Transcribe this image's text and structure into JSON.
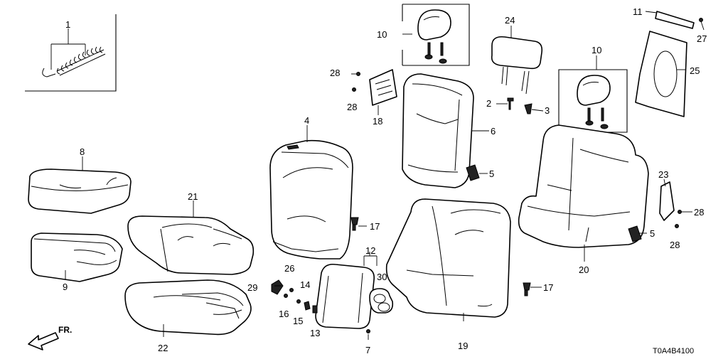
{
  "callouts": [
    "1",
    "2",
    "3",
    "4",
    "5",
    "5",
    "6",
    "7",
    "8",
    "9",
    "10",
    "10",
    "11",
    "12",
    "13",
    "14",
    "15",
    "16",
    "17",
    "17",
    "18",
    "19",
    "20",
    "21",
    "22",
    "23",
    "24",
    "25",
    "26",
    "27",
    "28",
    "28",
    "28",
    "28",
    "29",
    "30"
  ],
  "front_label": "FR.",
  "diagram_code": "T0A4B4100"
}
